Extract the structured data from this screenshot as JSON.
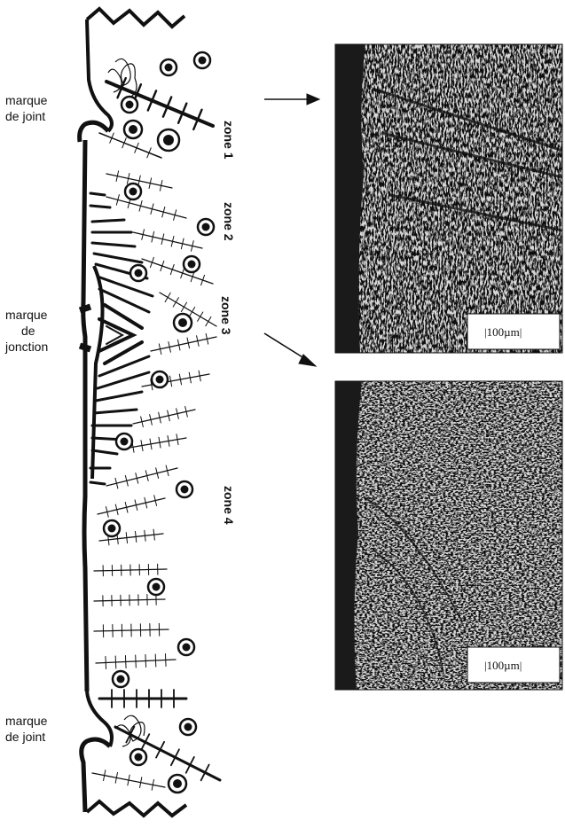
{
  "labels": {
    "joint_top_1": "marque",
    "joint_top_2": "de joint",
    "junction_1": "marque",
    "junction_2": "de",
    "junction_3": "jonction",
    "joint_bottom_1": "marque",
    "joint_bottom_2": "de joint"
  },
  "zones": [
    "zone 1",
    "zone 2",
    "zone 3",
    "zone 4"
  ],
  "micrographs": [
    {
      "scale_bar": "|100µm|"
    },
    {
      "scale_bar": "|100µm|"
    }
  ],
  "colors": {
    "ink": "#111111",
    "micro_light": "#d9d9d9",
    "micro_dark": "#1a1a1a"
  }
}
